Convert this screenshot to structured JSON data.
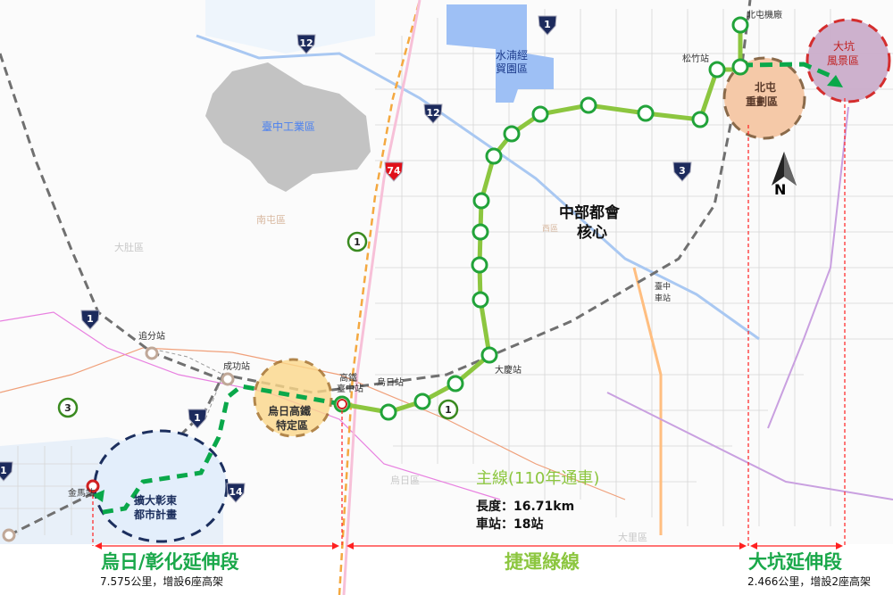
{
  "colors": {
    "main_line": "#8cc63f",
    "station_ring": "#22a33a",
    "extension": "#0aa84a",
    "extension_title": "#1aa84a",
    "main_title": "#8cc63f",
    "boundary_arrow": "#ff2020",
    "industrial_zone": "#b8b8b8",
    "shuinan_zone": "#9ec0f5",
    "hsr_zone": "#fbd88a",
    "changhua_zone": "#e3eefb",
    "beitun_zone": "#f5c9a8",
    "dakeng_zone": "#c9a9c9"
  },
  "compass": {
    "label": "N",
    "icon": "north-arrow-icon"
  },
  "highway_shields": [
    {
      "label": "12",
      "type": "national"
    },
    {
      "label": "12",
      "type": "national"
    },
    {
      "label": "1",
      "type": "national"
    },
    {
      "label": "3",
      "type": "national"
    },
    {
      "label": "74",
      "type": "expressway"
    },
    {
      "label": "1",
      "type": "provincial"
    },
    {
      "label": "1",
      "type": "national"
    },
    {
      "label": "3",
      "type": "provincial"
    },
    {
      "label": "1",
      "type": "national"
    },
    {
      "label": "1",
      "type": "provincial"
    },
    {
      "label": "14",
      "type": "national"
    },
    {
      "label": "1",
      "type": "national"
    }
  ],
  "districts": {
    "dadu": "大肚區",
    "nantun": "南屯區",
    "wuri": "烏日區",
    "dali": "大里區",
    "west": "西區"
  },
  "zones": {
    "industrial": "臺中工業區",
    "shuinan_1": "水湳經",
    "shuinan_2": "貿園區",
    "core_1": "中部都會",
    "core_2": "核心",
    "hsr_1": "烏日高鐵",
    "hsr_2": "特定區",
    "changhua_1": "擴大彰東",
    "changhua_2": "都市計畫",
    "beitun_1": "北屯",
    "beitun_2": "重劃區",
    "dakeng_1": "大坑",
    "dakeng_2": "風景區"
  },
  "stations": {
    "beitun_depot": "北屯機廠",
    "songzhu": "松竹站",
    "zhuifen": "追分站",
    "chenggong": "成功站",
    "hsr_1": "高鐵",
    "hsr_2": "臺中站",
    "wuri": "烏日站",
    "daqing": "大慶站",
    "taichung_1": "臺中",
    "taichung_2": "車站",
    "jinma": "金馬站"
  },
  "main_line": {
    "title": "主線(110年通車)",
    "length": "長度：16.71km",
    "stations": "車站：18站"
  },
  "segments": {
    "wuri_changhua": {
      "title": "烏日/彰化延伸段",
      "detail": "7.575公里，增設6座高架"
    },
    "green_line": {
      "title": "捷運綠線"
    },
    "dakeng": {
      "title": "大坑延伸段",
      "detail": "2.466公里，增設2座高架"
    }
  }
}
